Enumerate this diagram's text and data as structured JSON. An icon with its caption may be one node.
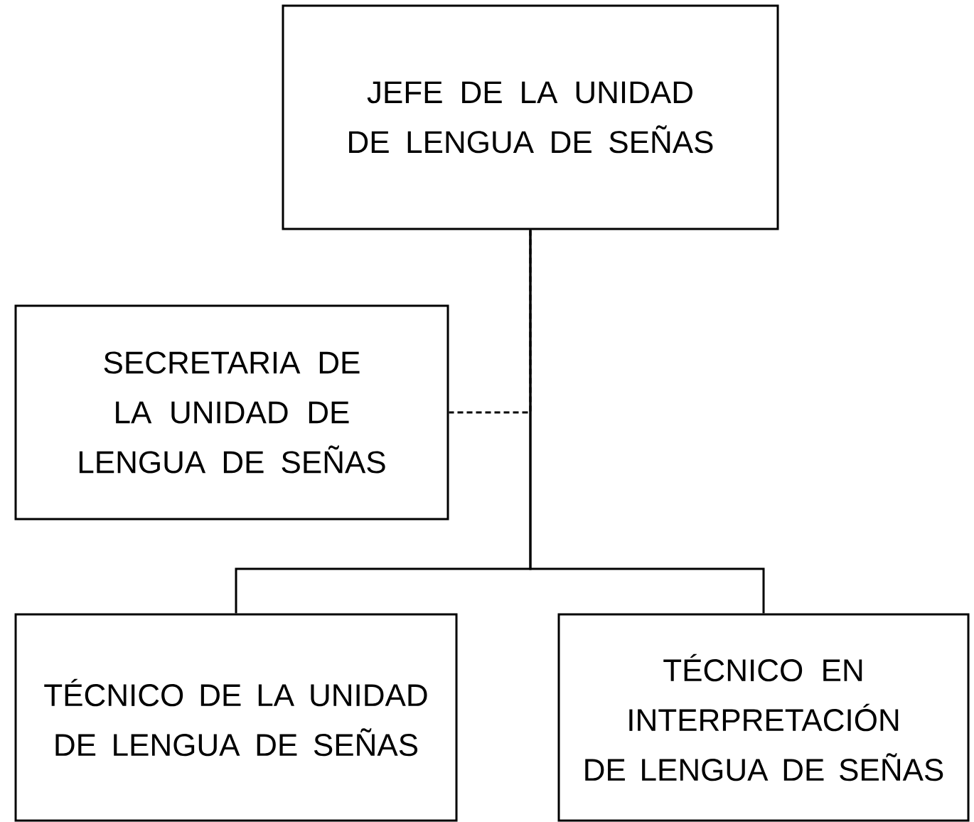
{
  "diagram": {
    "nodes": [
      {
        "text": [
          "JEFE DE LA UNIDAD DE LENGUA DE SEÑAS"
        ]
      },
      {
        "text": [
          "SECRETARIA DE LA UNIDAD DE LENGUA DE SEÑAS"
        ]
      },
      {
        "text": [
          "TÉCNICO DE LA UNIDAD DE LENGUA DE SEÑAS"
        ]
      },
      {
        "text": [
          "TÉCNICO EN INTERPRETACIÓN DE LENGUA DE SEÑAS"
        ]
      }
    ],
    "edges": [
      {
        "from": 0,
        "to": 1,
        "arrow": "none",
        "style": "dashed"
      },
      {
        "from": 0,
        "to": 2,
        "arrow": "none"
      },
      {
        "from": 0,
        "to": 3,
        "arrow": "none"
      }
    ]
  }
}
